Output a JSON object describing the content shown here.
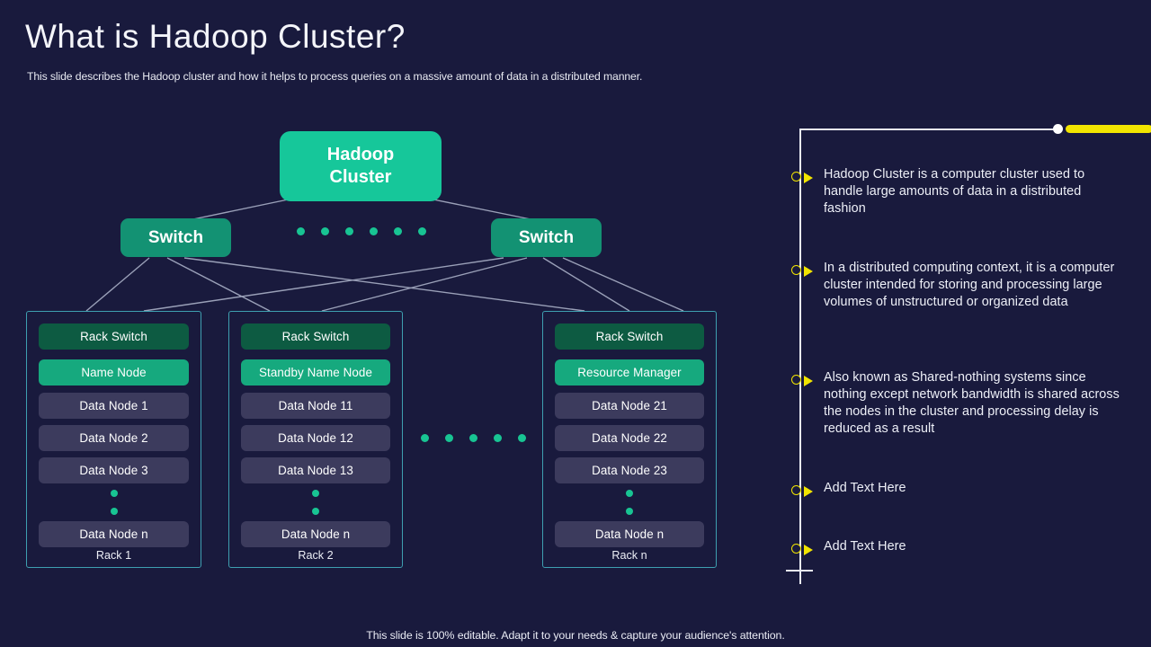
{
  "header": {
    "title": "What is Hadoop Cluster?",
    "subtitle": "This slide describes the Hadoop cluster and how it helps to process queries on a massive amount of data in a distributed manner."
  },
  "diagram": {
    "cluster_label": "Hadoop\nCluster",
    "cluster_line1": "Hadoop",
    "cluster_line2": "Cluster",
    "switch_left_label": "Switch",
    "switch_right_label": "Switch",
    "cluster_dot_count": 6,
    "rack_gap_dot_count": 5,
    "racks": [
      {
        "id": "rack-1",
        "caption": "Rack 1",
        "rows": [
          {
            "label": "Rack Switch",
            "type": "switch"
          },
          {
            "label": "Name Node",
            "type": "master"
          },
          {
            "label": "Data Node 1",
            "type": "data"
          },
          {
            "label": "Data Node 2",
            "type": "data"
          },
          {
            "label": "Data Node 3",
            "type": "data"
          },
          {
            "label": "Data Node n",
            "type": "data"
          }
        ]
      },
      {
        "id": "rack-2",
        "caption": "Rack 2",
        "rows": [
          {
            "label": "Rack Switch",
            "type": "switch"
          },
          {
            "label": "Standby Name Node",
            "type": "master"
          },
          {
            "label": "Data Node 11",
            "type": "data"
          },
          {
            "label": "Data Node 12",
            "type": "data"
          },
          {
            "label": "Data Node 13",
            "type": "data"
          },
          {
            "label": "Data Node n",
            "type": "data"
          }
        ]
      },
      {
        "id": "rack-n",
        "caption": "Rack n",
        "rows": [
          {
            "label": "Rack Switch",
            "type": "switch"
          },
          {
            "label": "Resource Manager",
            "type": "master"
          },
          {
            "label": "Data Node 21",
            "type": "data"
          },
          {
            "label": "Data Node 22",
            "type": "data"
          },
          {
            "label": "Data Node 23",
            "type": "data"
          },
          {
            "label": "Data Node n",
            "type": "data"
          }
        ]
      }
    ]
  },
  "panel": {
    "bullets": [
      {
        "text": "Hadoop Cluster is a computer cluster used to handle large amounts of data in a distributed fashion"
      },
      {
        "text": "In a distributed computing context, it is a computer cluster intended for storing and processing large volumes of unstructured or organized data"
      },
      {
        "text": "Also known as Shared-nothing systems since nothing except network bandwidth is shared across the nodes in the cluster and processing delay is reduced as a result"
      },
      {
        "text": "Add Text Here"
      },
      {
        "text": "Add Text Here"
      }
    ]
  },
  "footer": {
    "note": "This slide is 100% editable. Adapt it to your needs & capture your audience's attention."
  },
  "colors": {
    "background": "#191a3d",
    "cluster_teal": "#16c79a",
    "switch_green": "#139273",
    "rack_switch_green": "#0d5b42",
    "master_green": "#16a97e",
    "data_slate": "#3c3b5d",
    "rack_border": "#3e9fb0",
    "accent_yellow": "#f2e500",
    "line_white": "#e9ebf4",
    "dot_teal": "#18c493"
  }
}
